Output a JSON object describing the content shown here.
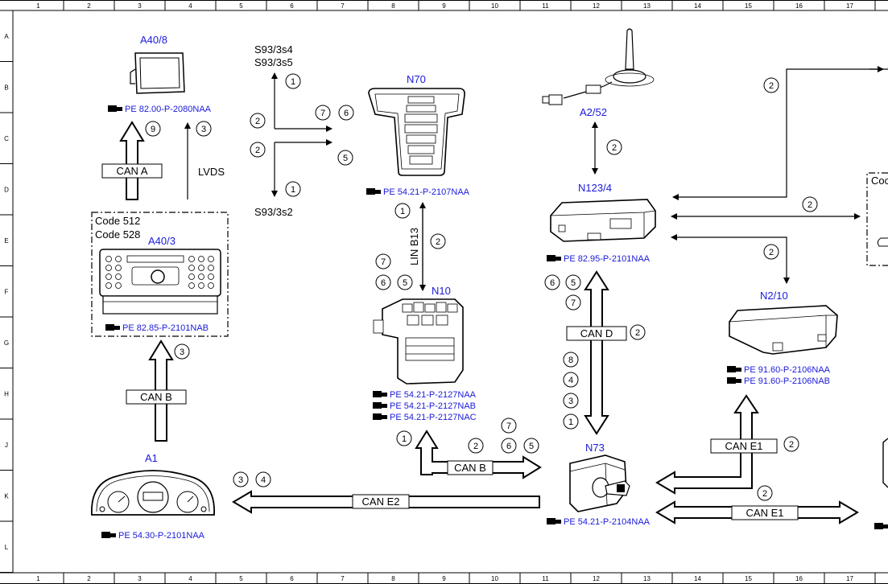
{
  "grid": {
    "columns": [
      "1",
      "2",
      "3",
      "4",
      "5",
      "6",
      "7",
      "8",
      "9",
      "10",
      "11",
      "12",
      "13",
      "14",
      "15",
      "16",
      "17"
    ],
    "rows": [
      "A",
      "B",
      "C",
      "D",
      "E",
      "F",
      "G",
      "H",
      "J",
      "K",
      "L"
    ]
  },
  "components": {
    "a40_8": {
      "label": "A40/8",
      "refs": [
        "PE 82.00-P-2080NAA"
      ]
    },
    "a40_3": {
      "label": "A40/3",
      "codes": [
        "Code 512",
        "Code 528"
      ],
      "refs": [
        "PE 82.85-P-2101NAB"
      ]
    },
    "a1": {
      "label": "A1",
      "refs": [
        "PE 54.30-P-2101NAA"
      ]
    },
    "n70": {
      "label": "N70",
      "refs": [
        "PE 54.21-P-2107NAA"
      ]
    },
    "n10": {
      "label": "N10",
      "refs": [
        "PE 54.21-P-2127NAA",
        "PE 54.21-P-2127NAB",
        "PE 54.21-P-2127NAC"
      ]
    },
    "a2_52": {
      "label": "A2/52"
    },
    "n123_4": {
      "label": "N123/4",
      "refs": [
        "PE 82.95-P-2101NAA"
      ]
    },
    "n2_10": {
      "label": "N2/10",
      "refs": [
        "PE 91.60-P-2106NAA",
        "PE 91.60-P-2106NAB"
      ]
    },
    "n73": {
      "label": "N73",
      "refs": [
        "PE 54.21-P-2104NAA"
      ]
    },
    "right_partial": {
      "label": "Coc"
    }
  },
  "switches": {
    "s4": "S93/3s4",
    "s5": "S93/3s5",
    "s2": "S93/3s2"
  },
  "buses": {
    "can_a": "CAN A",
    "lvds": "LVDS",
    "can_b_left": "CAN B",
    "can_b_mid": "CAN B",
    "lin": "LIN B13",
    "can_d": "CAN D",
    "can_e1_upper": "CAN E1",
    "can_e1_lower": "CAN E1",
    "can_e2": "CAN E2"
  },
  "steps": {
    "a40_up_9": "9",
    "a40_up_3": "3",
    "a40_3_up_3": "3",
    "sw_up_1": "1",
    "sw_l_2": "2",
    "sw_7": "7",
    "sw_6": "6",
    "sw_l2_2": "2",
    "sw_5": "5",
    "sw_dn_1": "1",
    "lin_1": "1",
    "lin_2": "2",
    "n10_7": "7",
    "n10_6": "6",
    "n10_5": "5",
    "canb_1": "1",
    "canb_7": "7",
    "canb_2": "2",
    "canb_6": "6",
    "canb_5": "5",
    "cane2_3": "3",
    "cane2_4": "4",
    "a252_2": "2",
    "cand_6": "6",
    "cand_5": "5",
    "cand_7": "7",
    "cand_2": "2",
    "cand_8": "8",
    "cand_4": "4",
    "cand_3": "3",
    "cand_1": "1",
    "right_2a": "2",
    "right_2b": "2",
    "right_2c": "2",
    "cane1_2a": "2",
    "cane1_2b": "2"
  }
}
